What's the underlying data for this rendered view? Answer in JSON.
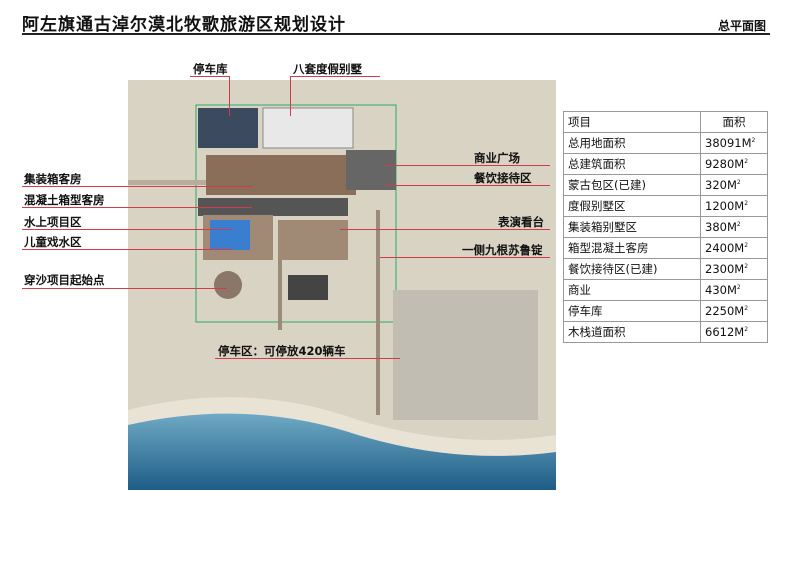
{
  "title": "阿左旗通古淖尔漠北牧歌旅游区规划设计",
  "subtitle": "总平面图",
  "labels": {
    "garage": "停车库",
    "villas": "八套度假别墅",
    "container_rooms": "集装箱客房",
    "concrete_rooms": "混凝土箱型客房",
    "water_area": "水上项目区",
    "kids_area": "儿童戏水区",
    "sand_start": "穿沙项目起始点",
    "commercial_plaza": "商业广场",
    "dining": "餐饮接待区",
    "stage": "表演看台",
    "sulde": "一侧九根苏鲁锭",
    "parking": "停车区：可停放420辆车"
  },
  "table": {
    "headers": [
      "项目",
      "面积"
    ],
    "unit_sup": "2",
    "rows": [
      {
        "name": "总用地面积",
        "value": "38091M"
      },
      {
        "name": "总建筑面积",
        "value": "9280M"
      },
      {
        "name": "蒙古包区(已建)",
        "value": "320M"
      },
      {
        "name": "度假别墅区",
        "value": "1200M"
      },
      {
        "name": "集装箱别墅区",
        "value": "380M"
      },
      {
        "name": "箱型混凝土客房",
        "value": "2400M"
      },
      {
        "name": "餐饮接待区(已建)",
        "value": "2300M"
      },
      {
        "name": "商业",
        "value": "430M"
      },
      {
        "name": "停车库",
        "value": "2250M"
      },
      {
        "name": "木栈道面积",
        "value": "6612M"
      }
    ]
  }
}
